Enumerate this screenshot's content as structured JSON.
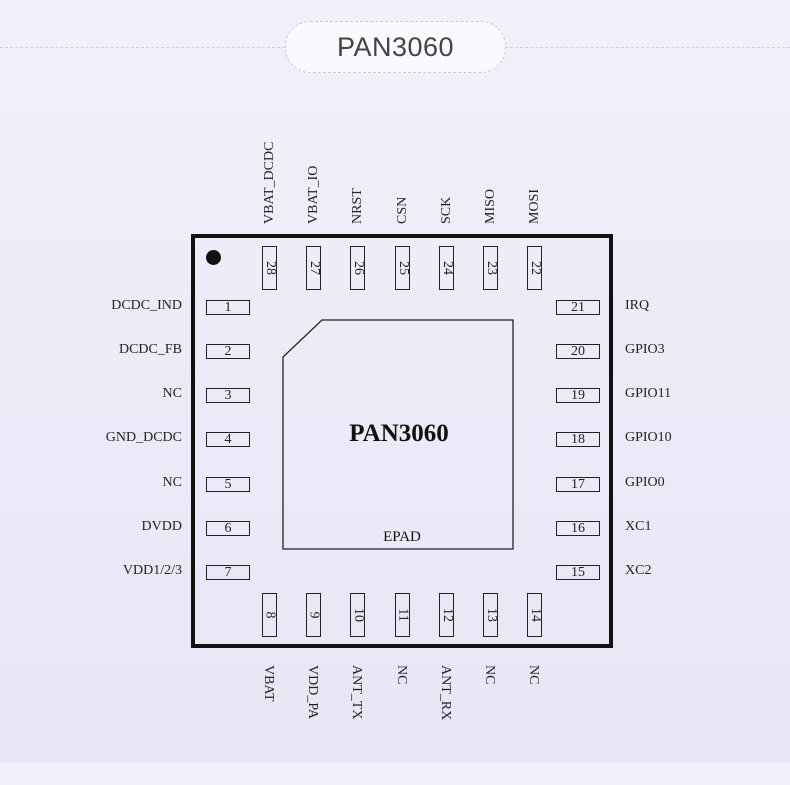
{
  "header": {
    "title": "PAN3060"
  },
  "chip": {
    "name": "PAN3060",
    "epad_label": "EPAD"
  },
  "pins": {
    "left": [
      {
        "num": "1",
        "name": "DCDC_IND"
      },
      {
        "num": "2",
        "name": "DCDC_FB"
      },
      {
        "num": "3",
        "name": "NC"
      },
      {
        "num": "4",
        "name": "GND_DCDC"
      },
      {
        "num": "5",
        "name": "NC"
      },
      {
        "num": "6",
        "name": "DVDD"
      },
      {
        "num": "7",
        "name": "VDD1/2/3"
      }
    ],
    "bottom": [
      {
        "num": "8",
        "name": "VBAT"
      },
      {
        "num": "9",
        "name": "VDD_PA"
      },
      {
        "num": "10",
        "name": "ANT_TX"
      },
      {
        "num": "11",
        "name": "NC"
      },
      {
        "num": "12",
        "name": "ANT_RX"
      },
      {
        "num": "13",
        "name": "NC"
      },
      {
        "num": "14",
        "name": "NC"
      }
    ],
    "right": [
      {
        "num": "15",
        "name": "XC2"
      },
      {
        "num": "16",
        "name": "XC1"
      },
      {
        "num": "17",
        "name": "GPIO0"
      },
      {
        "num": "18",
        "name": "GPIO10"
      },
      {
        "num": "19",
        "name": "GPIO11"
      },
      {
        "num": "20",
        "name": "GPIO3"
      },
      {
        "num": "21",
        "name": "IRQ"
      }
    ],
    "top": [
      {
        "num": "22",
        "name": "MOSI"
      },
      {
        "num": "23",
        "name": "MISO"
      },
      {
        "num": "24",
        "name": "SCK"
      },
      {
        "num": "25",
        "name": "CSN"
      },
      {
        "num": "26",
        "name": "NRST"
      },
      {
        "num": "27",
        "name": "VBAT_IO"
      },
      {
        "num": "28",
        "name": "VBAT_DCDC"
      }
    ]
  }
}
